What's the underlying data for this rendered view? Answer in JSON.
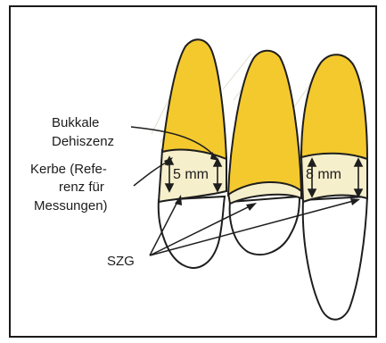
{
  "labels": {
    "buccal_dehiscence_line1": "Bukkale",
    "buccal_dehiscence_line2": "Dehiszenz",
    "notch_line1": "Kerbe (Refe-",
    "notch_line2": "renz für",
    "notch_line3": "Messungen)",
    "cej": "SZG"
  },
  "measurements": {
    "left": "5 mm",
    "right": "8 mm"
  },
  "colors": {
    "enamel": "#f4c92e",
    "exposed_root": "#f6efcb",
    "alveolar_bone_hatch": "#b5b09a",
    "outline": "#1e1e1e"
  }
}
